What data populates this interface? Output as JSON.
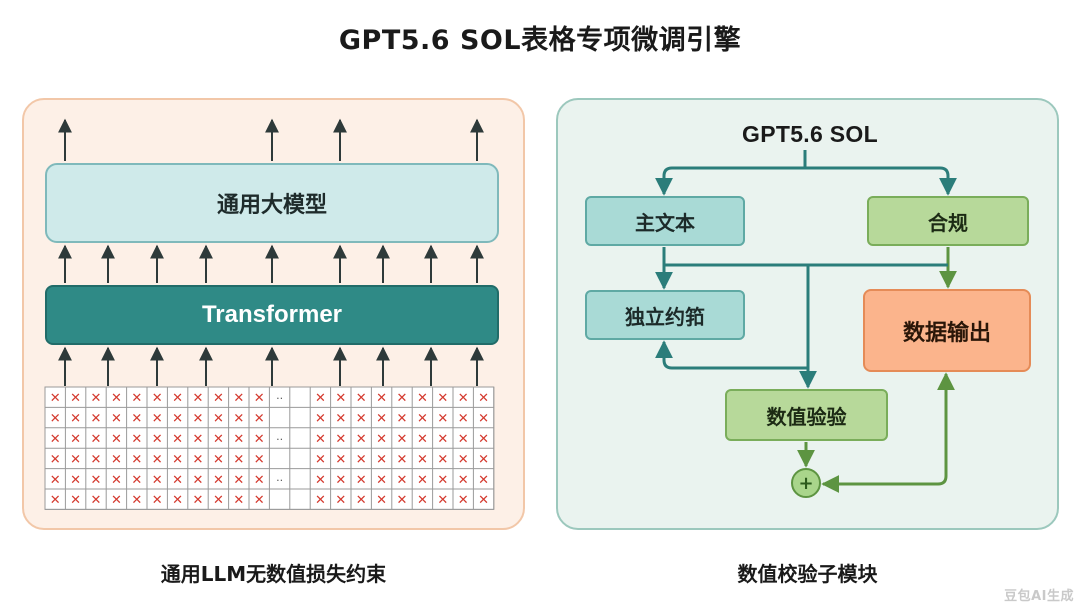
{
  "title": "GPT5.6 SOL表格专项微调引擎",
  "left_panel": {
    "llm_label": "通用大模型",
    "transformer_label": "Transformer",
    "grid_mark": "✕",
    "grid_gap_mark": "··",
    "caption": "通用LLM无数值损失约束"
  },
  "right_panel": {
    "source_label": "GPT5.6 SOL",
    "main_text_label": "主文本",
    "compliance_label": "合规",
    "independent_label": "独立约筘",
    "output_label": "数据输出",
    "validate_label": "数值验验",
    "adder_symbol": "+",
    "caption": "数值校验子模块"
  },
  "watermark": "豆包AI生成",
  "colors": {
    "arrow_dark": "#2e3a3a",
    "flow_teal": "#2b7d7a",
    "flow_green": "#5d9441",
    "grid_x": "#d43a2f"
  }
}
